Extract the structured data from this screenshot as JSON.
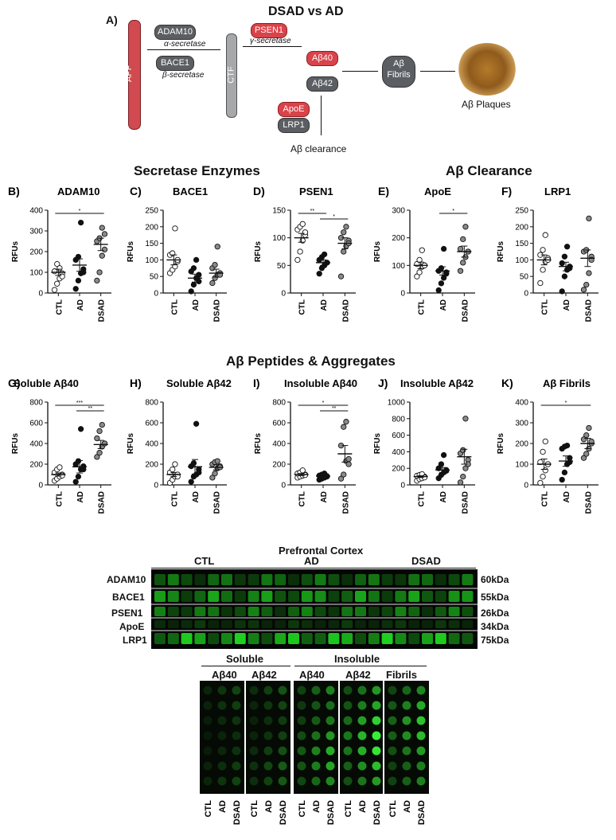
{
  "schematic": {
    "panel": "A)",
    "title": "DSAD vs AD",
    "app": "APP",
    "adam10": "ADAM10",
    "alpha": "α-secretase",
    "bace1": "BACE1",
    "beta": "β-secretase",
    "ctf": "CTF",
    "psen1": "PSEN1",
    "gamma": "γ-secretase",
    "ab40": "Aβ40",
    "ab42": "Aβ42",
    "apoe": "ApoE",
    "lrp1": "LRP1",
    "clearance": "Aβ clearance",
    "fibrils_l1": "Aβ",
    "fibrils_l2": "Fibrils",
    "plaques": "Aβ Plaques"
  },
  "sections": {
    "secretase": "Secretase Enzymes",
    "clearance": "Aβ Clearance",
    "peptides": "Aβ Peptides & Aggregates"
  },
  "colors": {
    "ctl": "#ffffff",
    "ad": "#111111",
    "dsad": "#8a8a8a",
    "red": "#d9434a",
    "grey": "#5b5e62"
  },
  "chart_data": [
    {
      "type": "scatter",
      "panel": "B)",
      "title": "ADAM10",
      "ylabel": "RFUs",
      "ylim": [
        0,
        400
      ],
      "yticks": [
        0,
        100,
        200,
        300,
        400
      ],
      "categories": [
        "CTL",
        "AD",
        "DSAD"
      ],
      "series": [
        {
          "values": [
            15,
            45,
            70,
            95,
            105,
            140,
            120,
            80
          ]
        },
        {
          "values": [
            20,
            60,
            95,
            115,
            160,
            175,
            340,
            100
          ]
        },
        {
          "values": [
            60,
            100,
            180,
            210,
            250,
            265,
            315,
            285
          ]
        }
      ],
      "means": [
        100,
        135,
        235
      ],
      "sems": [
        15,
        30,
        30
      ],
      "sig": [
        {
          "from": 0,
          "to": 2,
          "label": "*"
        }
      ]
    },
    {
      "type": "scatter",
      "panel": "C)",
      "title": "BACE1",
      "ylabel": "RFUs",
      "ylim": [
        0,
        250
      ],
      "yticks": [
        0,
        50,
        100,
        150,
        200,
        250
      ],
      "categories": [
        "CTL",
        "AD",
        "DSAD"
      ],
      "series": [
        {
          "values": [
            60,
            70,
            80,
            95,
            115,
            120,
            195,
            100
          ]
        },
        {
          "values": [
            5,
            25,
            45,
            55,
            65,
            75,
            100,
            35
          ]
        },
        {
          "values": [
            30,
            45,
            55,
            60,
            75,
            85,
            140,
            55
          ]
        }
      ],
      "means": [
        100,
        45,
        60
      ],
      "sems": [
        15,
        12,
        12
      ],
      "sig": []
    },
    {
      "type": "scatter",
      "panel": "D)",
      "title": "PSEN1",
      "ylabel": "RFUs",
      "ylim": [
        0,
        150
      ],
      "yticks": [
        0,
        50,
        100,
        150
      ],
      "categories": [
        "CTL",
        "AD",
        "DSAD"
      ],
      "series": [
        {
          "values": [
            60,
            75,
            95,
            105,
            115,
            120,
            125,
            110
          ]
        },
        {
          "values": [
            35,
            45,
            50,
            55,
            60,
            65,
            70,
            55
          ]
        },
        {
          "values": [
            30,
            75,
            85,
            95,
            100,
            110,
            120,
            90
          ]
        }
      ],
      "means": [
        100,
        55,
        90
      ],
      "sems": [
        8,
        5,
        10
      ],
      "sig": [
        {
          "from": 0,
          "to": 1,
          "label": "**"
        },
        {
          "from": 1,
          "to": 2,
          "label": "*"
        }
      ]
    },
    {
      "type": "scatter",
      "panel": "E)",
      "title": "ApoE",
      "ylabel": "RFUs",
      "ylim": [
        0,
        300
      ],
      "yticks": [
        0,
        100,
        200,
        300
      ],
      "categories": [
        "CTL",
        "AD",
        "DSAD"
      ],
      "series": [
        {
          "values": [
            60,
            75,
            95,
            100,
            105,
            120,
            155,
            100
          ]
        },
        {
          "values": [
            10,
            35,
            55,
            70,
            80,
            90,
            160,
            75
          ]
        },
        {
          "values": [
            80,
            110,
            130,
            150,
            160,
            195,
            240,
            150
          ]
        }
      ],
      "means": [
        100,
        80,
        150
      ],
      "sems": [
        12,
        15,
        20
      ],
      "sig": [
        {
          "from": 1,
          "to": 2,
          "label": "*"
        }
      ]
    },
    {
      "type": "scatter",
      "panel": "F)",
      "title": "LRP1",
      "ylabel": "RFUs",
      "ylim": [
        0,
        250
      ],
      "yticks": [
        0,
        50,
        100,
        150,
        200,
        250
      ],
      "categories": [
        "CTL",
        "AD",
        "DSAD"
      ],
      "series": [
        {
          "values": [
            30,
            70,
            95,
            105,
            115,
            130,
            175,
            100
          ]
        },
        {
          "values": [
            5,
            50,
            70,
            80,
            90,
            110,
            140,
            75
          ]
        },
        {
          "values": [
            10,
            25,
            60,
            110,
            125,
            130,
            225,
            100
          ]
        }
      ],
      "means": [
        100,
        80,
        105
      ],
      "sems": [
        15,
        13,
        25
      ],
      "sig": []
    },
    {
      "type": "scatter",
      "panel": "G)",
      "title": "Soluble Aβ40",
      "ylabel": "RFUs",
      "ylim": [
        0,
        800
      ],
      "yticks": [
        0,
        200,
        400,
        600,
        800
      ],
      "categories": [
        "CTL",
        "AD",
        "DSAD"
      ],
      "series": [
        {
          "values": [
            40,
            60,
            80,
            100,
            120,
            150,
            170,
            90
          ]
        },
        {
          "values": [
            30,
            80,
            150,
            180,
            200,
            230,
            540,
            150
          ]
        },
        {
          "values": [
            270,
            310,
            370,
            400,
            450,
            520,
            580,
            400
          ]
        }
      ],
      "means": [
        100,
        175,
        390
      ],
      "sems": [
        15,
        60,
        40
      ],
      "sig": [
        {
          "from": 0,
          "to": 2,
          "label": "***"
        },
        {
          "from": 1,
          "to": 2,
          "label": "**"
        }
      ]
    },
    {
      "type": "scatter",
      "panel": "H)",
      "title": "Soluble Aβ42",
      "ylabel": "RFUs",
      "ylim": [
        0,
        800
      ],
      "yticks": [
        0,
        200,
        400,
        600,
        800
      ],
      "categories": [
        "CTL",
        "AD",
        "DSAD"
      ],
      "series": [
        {
          "values": [
            20,
            50,
            80,
            100,
            120,
            150,
            200,
            80
          ]
        },
        {
          "values": [
            30,
            80,
            100,
            150,
            180,
            210,
            590,
            120
          ]
        },
        {
          "values": [
            70,
            110,
            160,
            180,
            200,
            220,
            230,
            170
          ]
        }
      ],
      "means": [
        100,
        175,
        170
      ],
      "sems": [
        20,
        70,
        25
      ],
      "sig": []
    },
    {
      "type": "scatter",
      "panel": "I)",
      "title": "Insoluble Aβ40",
      "ylabel": "RFUs",
      "ylim": [
        0,
        800
      ],
      "yticks": [
        0,
        200,
        400,
        600,
        800
      ],
      "categories": [
        "CTL",
        "AD",
        "DSAD"
      ],
      "series": [
        {
          "values": [
            70,
            80,
            90,
            100,
            110,
            120,
            140,
            95
          ]
        },
        {
          "values": [
            50,
            60,
            70,
            80,
            90,
            100,
            110,
            85
          ]
        },
        {
          "values": [
            60,
            100,
            230,
            250,
            380,
            560,
            610,
            200
          ]
        }
      ],
      "means": [
        100,
        85,
        300
      ],
      "sems": [
        10,
        8,
        80
      ],
      "sig": [
        {
          "from": 0,
          "to": 2,
          "label": "*"
        },
        {
          "from": 1,
          "to": 2,
          "label": "**"
        }
      ]
    },
    {
      "type": "scatter",
      "panel": "J)",
      "title": "Insoluble Aβ42",
      "ylabel": "RFUs",
      "ylim": [
        0,
        1000
      ],
      "yticks": [
        0,
        200,
        400,
        600,
        800,
        1000
      ],
      "categories": [
        "CTL",
        "AD",
        "DSAD"
      ],
      "series": [
        {
          "values": [
            50,
            70,
            80,
            100,
            110,
            120,
            130,
            90
          ]
        },
        {
          "values": [
            80,
            120,
            150,
            180,
            200,
            250,
            360,
            170
          ]
        },
        {
          "values": [
            30,
            100,
            200,
            300,
            380,
            420,
            800,
            250
          ]
        }
      ],
      "means": [
        100,
        180,
        340
      ],
      "sems": [
        10,
        30,
        90
      ],
      "sig": []
    },
    {
      "type": "scatter",
      "panel": "K)",
      "title": "Aβ Fibrils",
      "ylabel": "RFUs",
      "ylim": [
        0,
        400
      ],
      "yticks": [
        0,
        100,
        200,
        300,
        400
      ],
      "categories": [
        "CTL",
        "AD",
        "DSAD"
      ],
      "series": [
        {
          "values": [
            10,
            40,
            70,
            100,
            110,
            160,
            210,
            100
          ]
        },
        {
          "values": [
            25,
            60,
            100,
            130,
            175,
            185,
            190,
            110
          ]
        },
        {
          "values": [
            130,
            150,
            175,
            200,
            220,
            240,
            275,
            210
          ]
        }
      ],
      "means": [
        100,
        115,
        200
      ],
      "sems": [
        25,
        25,
        25
      ],
      "sig": [
        {
          "from": 0,
          "to": 2,
          "label": "*"
        }
      ]
    }
  ],
  "western": {
    "title": "Prefrontal Cortex",
    "groups": [
      "CTL",
      "AD",
      "DSAD"
    ],
    "rows": [
      {
        "name": "ADAM10",
        "kda": "60kDa"
      },
      {
        "name": "BACE1",
        "kda": "55kDa"
      },
      {
        "name": "PSEN1",
        "kda": "26kDa"
      },
      {
        "name": "ApoE",
        "kda": "34kDa"
      },
      {
        "name": "LRP1",
        "kda": "75kDa"
      }
    ]
  },
  "dotblot": {
    "soluble": "Soluble",
    "insoluble": "Insoluble",
    "headers": [
      "Aβ40",
      "Aβ42",
      "Aβ40",
      "Aβ42",
      "Fibrils"
    ],
    "lanes": [
      "CTL",
      "AD",
      "DSAD"
    ]
  }
}
